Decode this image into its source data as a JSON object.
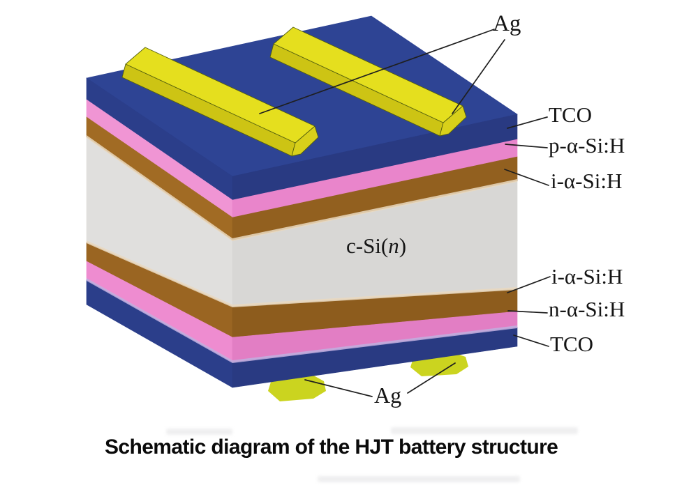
{
  "caption": "Schematic diagram of the HJT battery structure",
  "labels": {
    "ag_top": "Ag",
    "tco_top": "TCO",
    "p_a_si": "p-α-Si:H",
    "i_a_si_top": "i-α-Si:H",
    "c_si_prefix": "c-Si(",
    "c_si_n": "n",
    "c_si_suffix": ")",
    "i_a_si_bottom": "i-α-Si:H",
    "n_a_si": "n-α-Si:H",
    "tco_bottom": "TCO",
    "ag_bottom": "Ag"
  },
  "colors": {
    "tco_blue_top": "#2e4494",
    "tco_blue_left": "#2b3e8a",
    "tco_blue_right": "#293a82",
    "p_pink_left": "#f095d4",
    "p_pink_right": "#e985cb",
    "i_brown_left": "#a16b24",
    "i_brown_right": "#92601f",
    "c_si_gray_left": "#e0dfdd",
    "c_si_gray_right": "#d8d7d5",
    "i2_brown_left": "#9a6522",
    "i2_brown_right": "#8d5c1d",
    "n_pink_left": "#ee8cd0",
    "n_pink_right": "#e27ec4",
    "ag_yellow_top": "#e5df1e",
    "ag_yellow_side": "#cdc414",
    "ag_yellow_end": "#d8d01a",
    "ag_bar_outline": "#55600f",
    "ag_bottom_yellow": "#cbd41f",
    "accent_cream": "#ead9bf",
    "accent_lavender": "#bfb0e0",
    "leader_line": "#1f1f1f"
  }
}
